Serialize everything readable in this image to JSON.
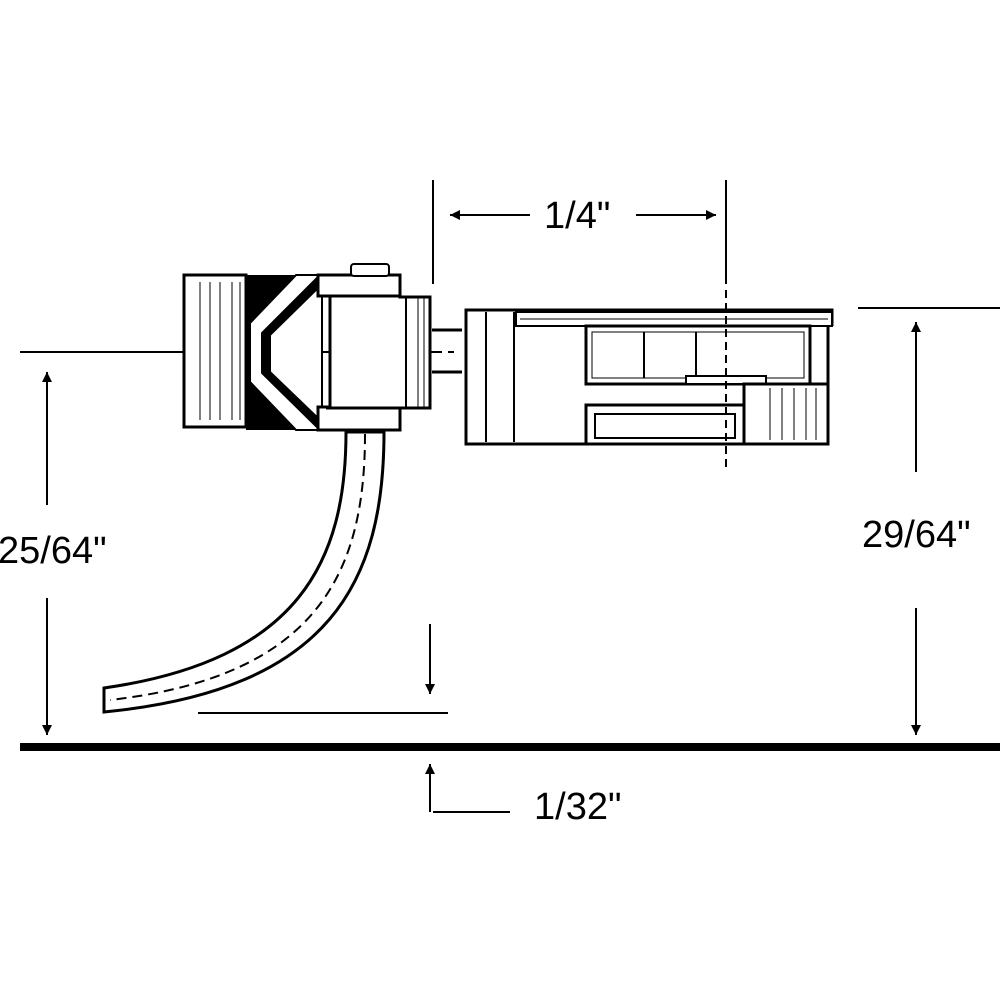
{
  "diagram": {
    "dimensions": {
      "horizontal_offset": "1/4\"",
      "coupler_height": "25/64\"",
      "mount_height": "29/64\"",
      "trip_pin_clearance": "1/32\""
    },
    "colors": {
      "line": "#000000",
      "background": "#ffffff"
    }
  }
}
